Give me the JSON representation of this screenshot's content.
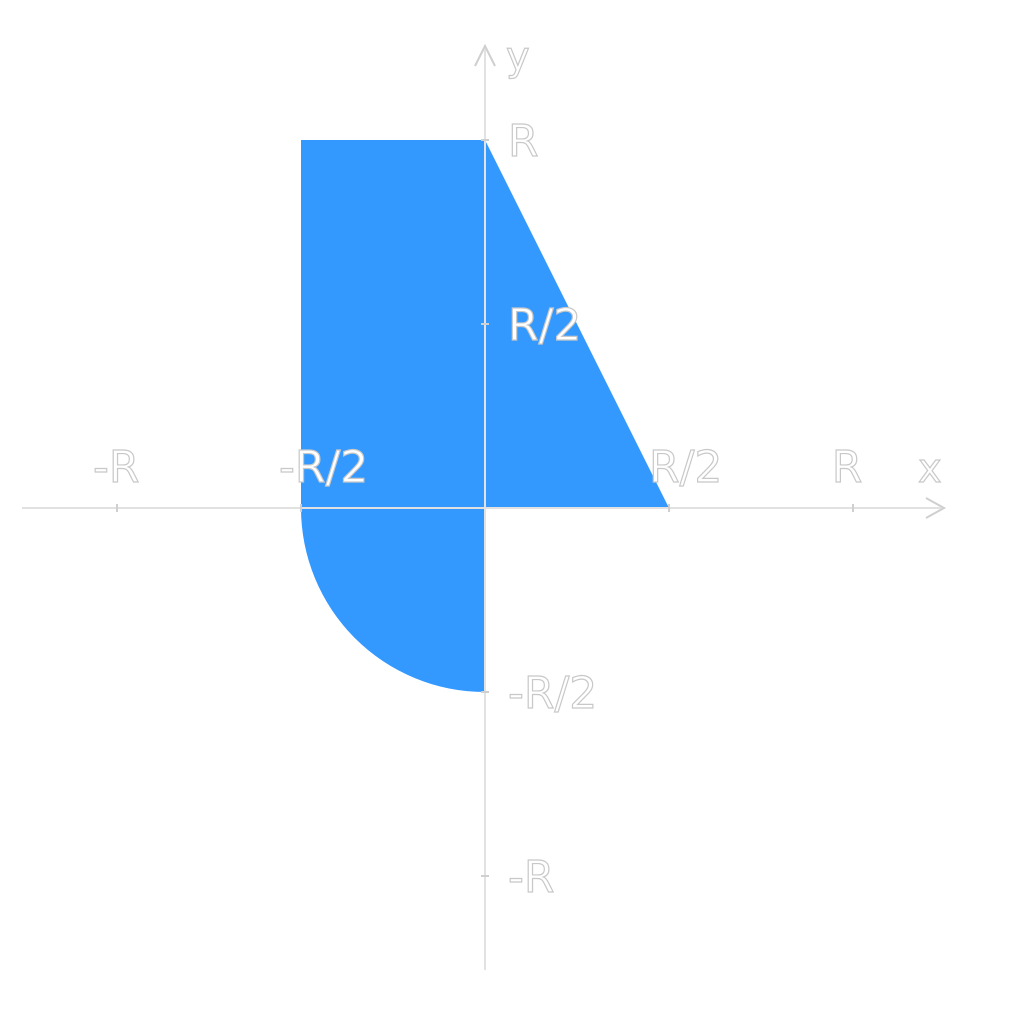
{
  "axes": {
    "x_label": "x",
    "y_label": "y"
  },
  "ticks": {
    "x": [
      {
        "value": -1,
        "label": "-R"
      },
      {
        "value": -0.5,
        "label": "-R/2"
      },
      {
        "value": 0.5,
        "label": "R/2"
      },
      {
        "value": 1,
        "label": "R"
      }
    ],
    "y": [
      {
        "value": 1,
        "label": "R"
      },
      {
        "value": 0.5,
        "label": "R/2"
      },
      {
        "value": -0.5,
        "label": "-R/2"
      },
      {
        "value": -1,
        "label": "-R"
      }
    ]
  },
  "regions": [
    {
      "quadrant": "II",
      "shape": "rectangle",
      "x_range": [
        "-R/2",
        "0"
      ],
      "y_range": [
        "0",
        "R"
      ]
    },
    {
      "quadrant": "I",
      "shape": "triangle",
      "vertices": [
        [
          "0",
          "0"
        ],
        [
          "0",
          "R"
        ],
        [
          "R/2",
          "0"
        ]
      ]
    },
    {
      "quadrant": "III",
      "shape": "quarter-circle",
      "radius": "R/2",
      "center": [
        "0",
        "0"
      ]
    }
  ],
  "colors": {
    "fill": "#3399ff",
    "axis": "#cfcfcf",
    "background": "#ffffff"
  }
}
